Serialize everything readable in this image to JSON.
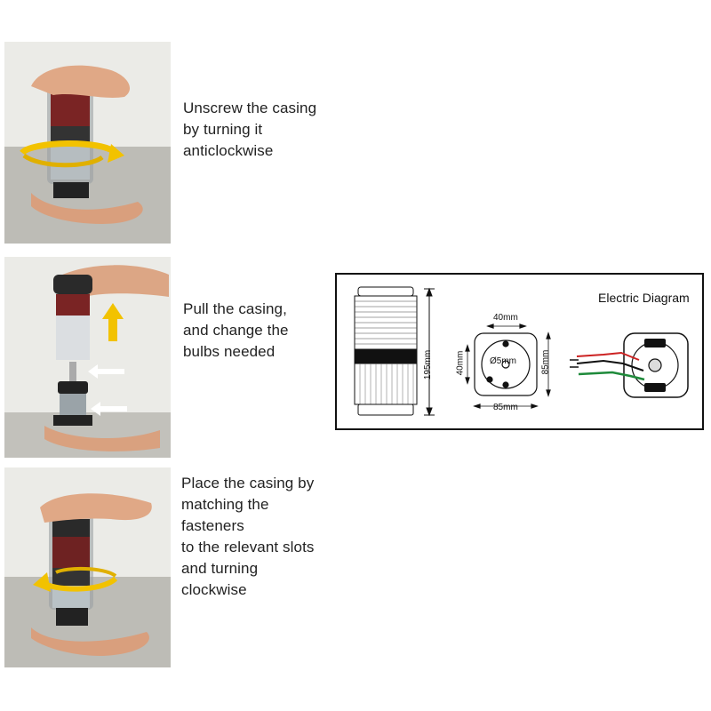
{
  "steps": [
    {
      "lines": [
        "Unscrew the casing",
        "by turning it",
        "anticlockwise"
      ]
    },
    {
      "lines": [
        "Pull the casing,",
        "and change the",
        "bulbs needed"
      ]
    },
    {
      "lines": [
        "Place the casing by",
        "matching the",
        "fasteners",
        "to the relevant slots",
        "and turning",
        "clockwise"
      ]
    }
  ],
  "diagram": {
    "title": "Electric Diagram",
    "dimensions": {
      "height": "195mm",
      "top_width": "40mm",
      "left_height": "40mm",
      "hole": "Ø5mm",
      "right_height": "85mm",
      "bottom_width": "85mm"
    }
  },
  "colors": {
    "arrow_yellow": "#f2c200",
    "casing_red": "#7a2424",
    "wire_red": "#cc2222",
    "wire_green": "#1e8a3a"
  }
}
